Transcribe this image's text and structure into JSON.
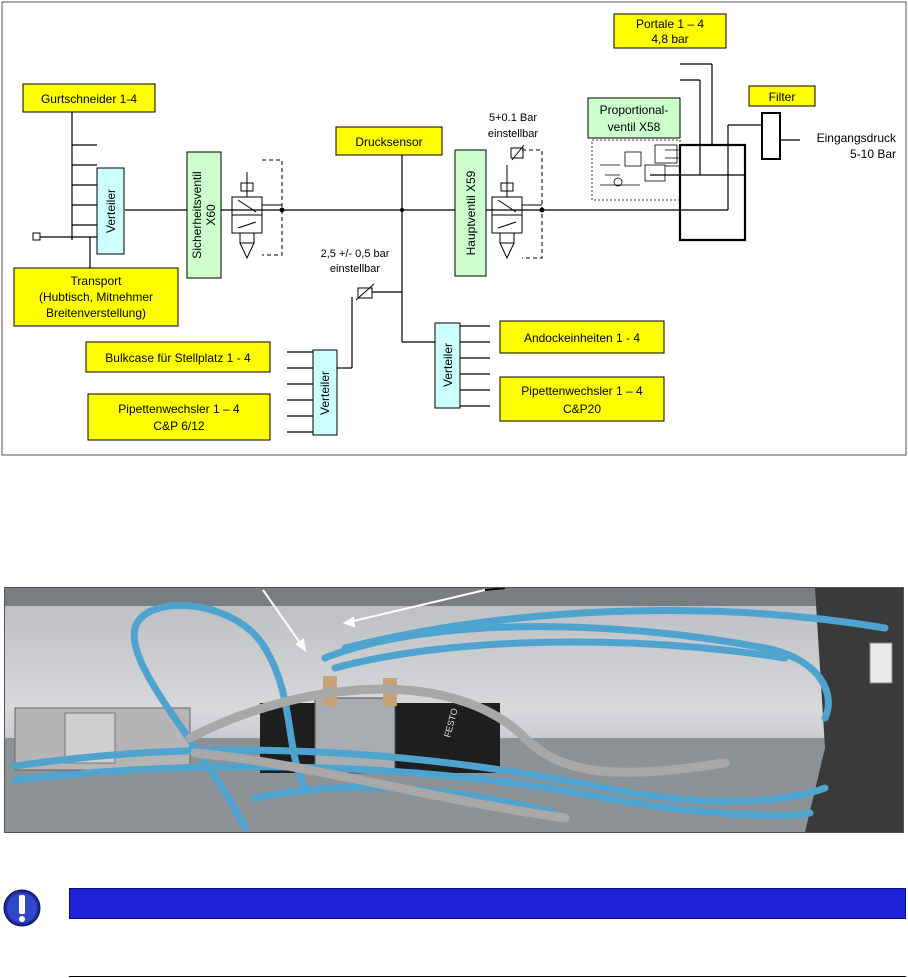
{
  "diagram": {
    "labels": {
      "gurtschneider": "Gurtschneider 1-4",
      "transport_1": "Transport",
      "transport_2": "(Hubtisch, Mitnehmer",
      "transport_3": "Breitenverstellung)",
      "verteiler": "Verteiler",
      "sicherheitsventil_1": "Sicherheitsventil",
      "sicherheitsventil_2": "X60",
      "drucksensor": "Drucksensor",
      "hauptventil": "Hauptventil X59",
      "proportional_1": "Proportional-",
      "proportional_2": "ventil X58",
      "filter": "Filter",
      "portale_1": "Portale 1 – 4",
      "portale_2": "4,8 bar",
      "eingang_1": "Eingangsdruck",
      "eingang_2": "5-10 Bar",
      "setting_5bar_1": "5+0.1 Bar",
      "setting_5bar_2": "einstellbar",
      "setting_25bar_1": "2,5 +/- 0,5 bar",
      "setting_25bar_2": "einstellbar",
      "andock": "Andockeinheiten 1 - 4",
      "pipette_cp20_1": "Pipettenwechsler 1 – 4",
      "pipette_cp20_2": "C&P20",
      "bulkcase": "Bulkcase für Stellplatz 1 - 4",
      "pipette_cp612_1": "Pipettenwechsler 1 – 4",
      "pipette_cp612_2": "C&P 6/12"
    },
    "colors": {
      "yellow": "#ffff00",
      "cyan": "#ccffff",
      "green": "#ccffcc",
      "line": "#000000"
    }
  },
  "photo": {
    "valve_brand": "FESTO"
  },
  "notice": {
    "icon": "exclamation-icon",
    "bar_color": "#1e22d8"
  }
}
